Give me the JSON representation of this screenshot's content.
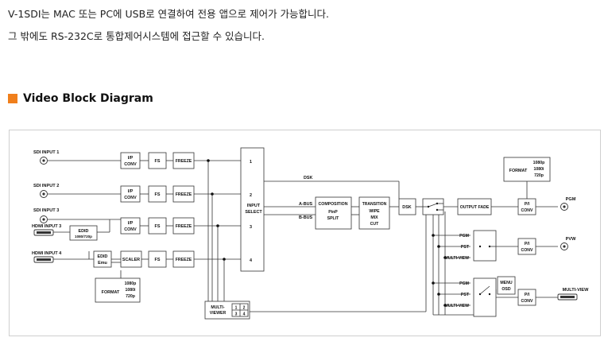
{
  "intro": {
    "line1": "V-1SDI는 MAC 또는 PC에 USB로 연결하여 전용 앱으로 제어가 가능합니다.",
    "line2": "그 밖에도 RS-232C로 통합제어시스템에 접근할 수 있습니다."
  },
  "section": {
    "title": "Video Block Diagram",
    "accent_color": "#f07f1c"
  },
  "diagram": {
    "inputs": [
      "SDI INPUT 1",
      "SDI INPUT 2",
      "SDI INPUT 3",
      "HDMI INPUT 3",
      "HDMI INPUT 4"
    ],
    "ip_conv": [
      "I/P",
      "CONV"
    ],
    "fs": "FS",
    "freeze": "FREEZE",
    "scaler": "SCALER",
    "edid_1": [
      "EDID",
      "1080/720p"
    ],
    "edid_2": [
      "EDID",
      "Emu"
    ],
    "format_in": [
      "FORMAT",
      "1080p",
      "1080i",
      "720p"
    ],
    "input_select": [
      "INPUT",
      "SELECT"
    ],
    "input_select_ports": [
      "1",
      "2",
      "3",
      "4"
    ],
    "dsk_label": "DSK",
    "a_bus": "A-BUS",
    "b_bus": "B-BUS",
    "composition": [
      "COMPOSITION",
      "PinP",
      "SPLIT"
    ],
    "transition": [
      "TRANSITION",
      "WIPE",
      "MIX",
      "CUT"
    ],
    "dsk_box": "DSK",
    "output_fade": "OUTPUT FADE",
    "format_out": [
      "FORMAT",
      "1080p",
      "1080i",
      "720p"
    ],
    "pi_conv": [
      "P/I",
      "CONV"
    ],
    "outputs": [
      "PGM",
      "PVW",
      "MULTI-VIEW"
    ],
    "switch_labels_1": [
      "PGM",
      "PST",
      "MULTI-VIEW"
    ],
    "switch_labels_2": [
      "PGM",
      "PST",
      "MULTI-VIEW"
    ],
    "menu_osd": [
      "MENU",
      "OSD"
    ],
    "multiviewer": [
      "MULTI-",
      "VIEWER"
    ],
    "multiviewer_grid": [
      "1",
      "2",
      "3",
      "4"
    ]
  }
}
